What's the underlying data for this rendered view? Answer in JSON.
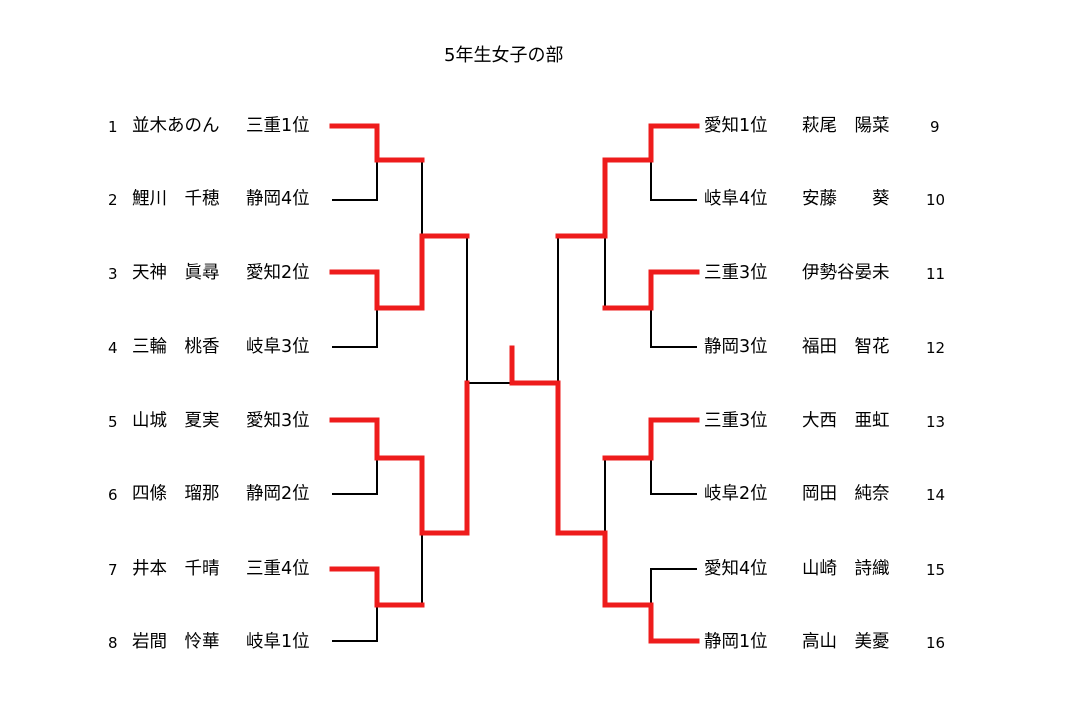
{
  "title": "5年生女子の部",
  "colors": {
    "winner_line": "#ee1c1c",
    "line": "#000000",
    "background": "#ffffff"
  },
  "left_entries": [
    {
      "seed": "1",
      "name": "並木あのん",
      "pref": "三重1位"
    },
    {
      "seed": "2",
      "name": "鯉川　千穂",
      "pref": "静岡4位"
    },
    {
      "seed": "3",
      "name": "天神　眞尋",
      "pref": "愛知2位"
    },
    {
      "seed": "4",
      "name": "三輪　桃香",
      "pref": "岐阜3位"
    },
    {
      "seed": "5",
      "name": "山城　夏実",
      "pref": "愛知3位"
    },
    {
      "seed": "6",
      "name": "四條　瑠那",
      "pref": "静岡2位"
    },
    {
      "seed": "7",
      "name": "井本　千晴",
      "pref": "三重4位"
    },
    {
      "seed": "8",
      "name": "岩間　怜華",
      "pref": "岐阜1位"
    }
  ],
  "right_entries": [
    {
      "seed": "9",
      "pref": "愛知1位",
      "name": "萩尾　陽菜"
    },
    {
      "seed": "10",
      "pref": "岐阜4位",
      "name": "安藤　　葵"
    },
    {
      "seed": "11",
      "pref": "三重3位",
      "name": "伊勢谷晏未"
    },
    {
      "seed": "12",
      "pref": "静岡3位",
      "name": "福田　智花"
    },
    {
      "seed": "13",
      "pref": "三重3位",
      "name": "大西　亜虹"
    },
    {
      "seed": "14",
      "pref": "岐阜2位",
      "name": "岡田　純奈"
    },
    {
      "seed": "15",
      "pref": "愛知4位",
      "name": "山崎　詩織"
    },
    {
      "seed": "16",
      "pref": "静岡1位",
      "name": "高山　美憂"
    }
  ]
}
